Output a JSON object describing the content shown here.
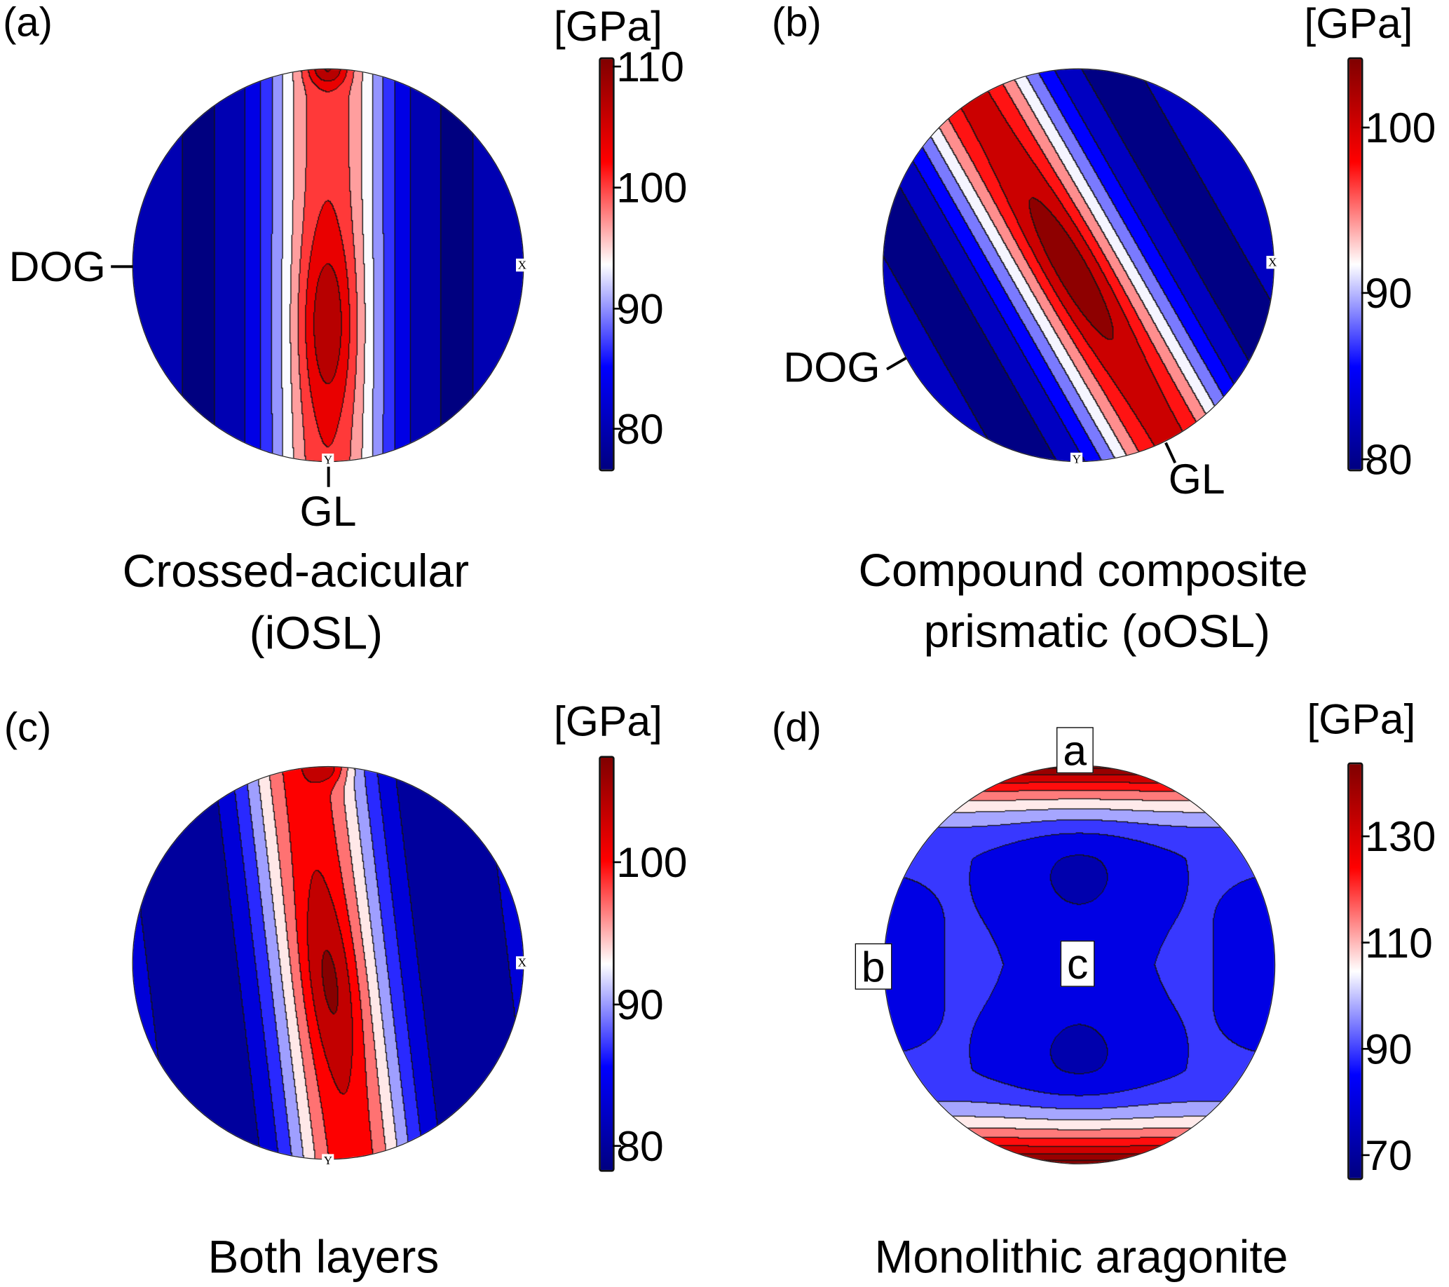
{
  "colormap": [
    "#000080",
    "#0000ff",
    "#ffffff",
    "#ff0000",
    "#800000"
  ],
  "chart_data": [
    {
      "type": "heatmap",
      "panel": "(a)",
      "title": [
        "Crossed-acicular",
        "(iOSL)"
      ],
      "colorbar": {
        "unit": "[GPa]",
        "ticks": [
          "110",
          "100",
          "90",
          "80"
        ],
        "tick_values": [
          110,
          100,
          90,
          80
        ],
        "range": [
          76.5,
          110.8
        ]
      },
      "annotations": {
        "dog": "DOG",
        "gl": "GL",
        "x_axis": "X",
        "y_axis": "Y"
      }
    },
    {
      "type": "heatmap",
      "panel": "(b)",
      "title": [
        "Compound composite",
        "prismatic (oOSL)"
      ],
      "colorbar": {
        "unit": "[GPa]",
        "ticks": [
          "100",
          "90",
          "80"
        ],
        "tick_values": [
          100,
          90,
          80
        ],
        "range": [
          79.3,
          104.2
        ]
      },
      "annotations": {
        "dog": "DOG",
        "gl": "GL",
        "x_axis": "X",
        "y_axis": "Y"
      }
    },
    {
      "type": "heatmap",
      "panel": "(c)",
      "title": [
        "Both layers"
      ],
      "colorbar": {
        "unit": "[GPa]",
        "ticks": [
          "100",
          "90",
          "80"
        ],
        "tick_values": [
          100,
          90,
          80
        ],
        "range": [
          78.2,
          107.5
        ]
      },
      "annotations": {
        "x_axis": "X",
        "y_axis": "Y"
      }
    },
    {
      "type": "heatmap",
      "panel": "(d)",
      "title": [
        "Monolithic aragonite"
      ],
      "colorbar": {
        "unit": "[GPa]",
        "ticks": [
          "130",
          "110",
          "90",
          "70"
        ],
        "tick_values": [
          130,
          110,
          90,
          70
        ],
        "range": [
          65.3,
          143.9
        ]
      },
      "annotations": {
        "box_a": "a",
        "box_b": "b",
        "box_c": "c"
      }
    }
  ]
}
